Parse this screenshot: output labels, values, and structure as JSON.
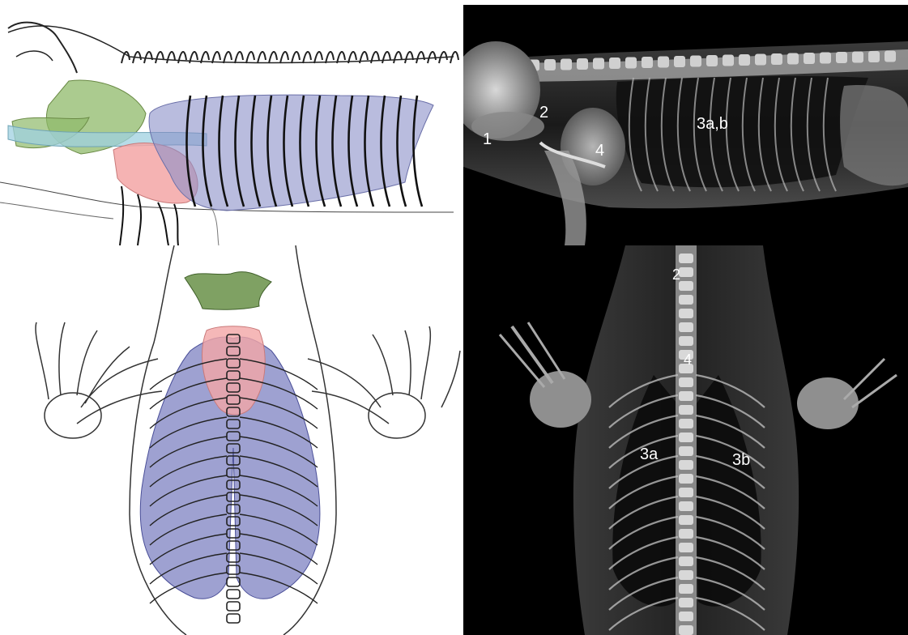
{
  "figure": {
    "panels": [
      {
        "id": "lateral-drawing",
        "kind": "illustration",
        "region_colors": {
          "thyroid_region": "#8fb96a",
          "trachea": "#9fd0e0",
          "heart": "#f3a6a6",
          "lungs": "#8a8fc8"
        }
      },
      {
        "id": "lateral-radiograph",
        "kind": "radiograph",
        "labels": [
          "1",
          "2",
          "3a,b",
          "4"
        ]
      },
      {
        "id": "ventrodorsal-drawing",
        "kind": "illustration",
        "region_colors": {
          "thyroid_region": "#5f8a3c",
          "heart": "#f3a6a6",
          "lungs": "#6a6fb8"
        }
      },
      {
        "id": "ventrodorsal-radiograph",
        "kind": "radiograph",
        "labels": [
          "2",
          "4",
          "3a",
          "3b"
        ]
      }
    ]
  }
}
